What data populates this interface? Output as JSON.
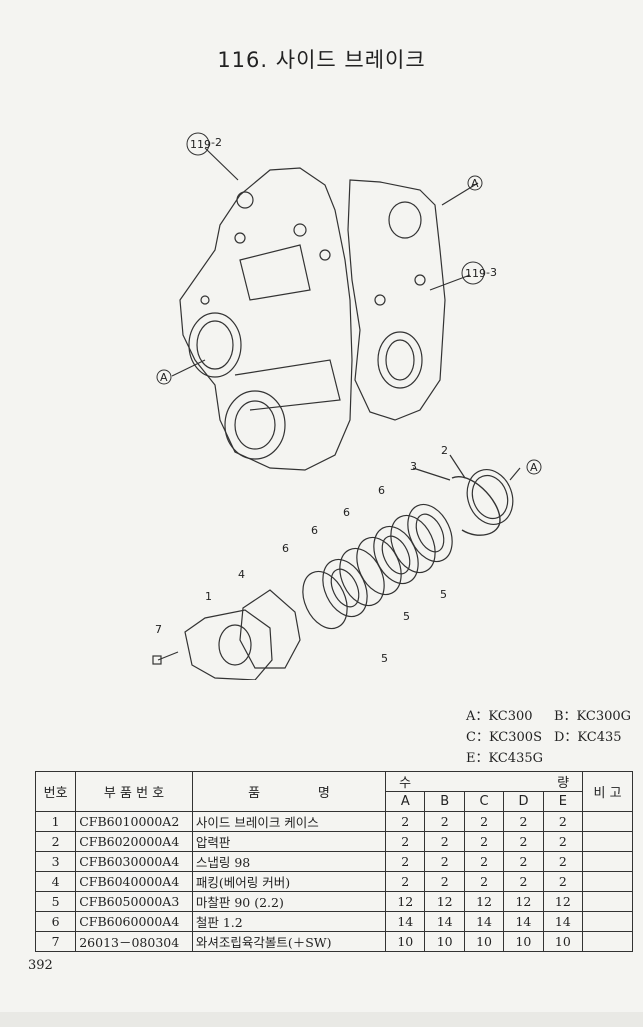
{
  "title": "116. 사이드 브레이크",
  "callouts": {
    "ref_119_2": "119",
    "ref_119_2_suffix": "-2",
    "ref_119_3": "119",
    "ref_119_3_suffix": "-3",
    "A": "A",
    "n1": "1",
    "n2": "2",
    "n3": "3",
    "n4": "4",
    "n5": "5",
    "n6": "6",
    "n7": "7"
  },
  "legend": [
    [
      "A：KC300",
      "B：KC300G"
    ],
    [
      "C：KC300S",
      "D：KC435"
    ],
    [
      "E：KC435G",
      ""
    ]
  ],
  "table": {
    "headers": {
      "no": "번호",
      "part_no": "부 품 번 호",
      "name_a": "품",
      "name_b": "명",
      "qty_a": "수",
      "qty_b": "량",
      "remark": "비 고",
      "models": [
        "A",
        "B",
        "C",
        "D",
        "E"
      ]
    },
    "rows": [
      {
        "no": "1",
        "part": "CFB6010000A2",
        "name": "사이드 브레이크 케이스",
        "q": [
          "2",
          "2",
          "2",
          "2",
          "2"
        ]
      },
      {
        "no": "2",
        "part": "CFB6020000A4",
        "name": "압력판",
        "q": [
          "2",
          "2",
          "2",
          "2",
          "2"
        ]
      },
      {
        "no": "3",
        "part": "CFB6030000A4",
        "name": "스냅링 98",
        "q": [
          "2",
          "2",
          "2",
          "2",
          "2"
        ]
      },
      {
        "no": "4",
        "part": "CFB6040000A4",
        "name": "패킹(베어링 커버)",
        "q": [
          "2",
          "2",
          "2",
          "2",
          "2"
        ]
      },
      {
        "no": "5",
        "part": "CFB6050000A3",
        "name": "마찰판 90 (2.2)",
        "q": [
          "12",
          "12",
          "12",
          "12",
          "12"
        ]
      },
      {
        "no": "6",
        "part": "CFB6060000A4",
        "name": "철판 1.2",
        "q": [
          "14",
          "14",
          "14",
          "14",
          "14"
        ]
      },
      {
        "no": "7",
        "part": "26013－080304",
        "name": "와셔조립육각볼트(＋SW)",
        "q": [
          "10",
          "10",
          "10",
          "10",
          "10"
        ]
      }
    ]
  },
  "page_number": "392"
}
